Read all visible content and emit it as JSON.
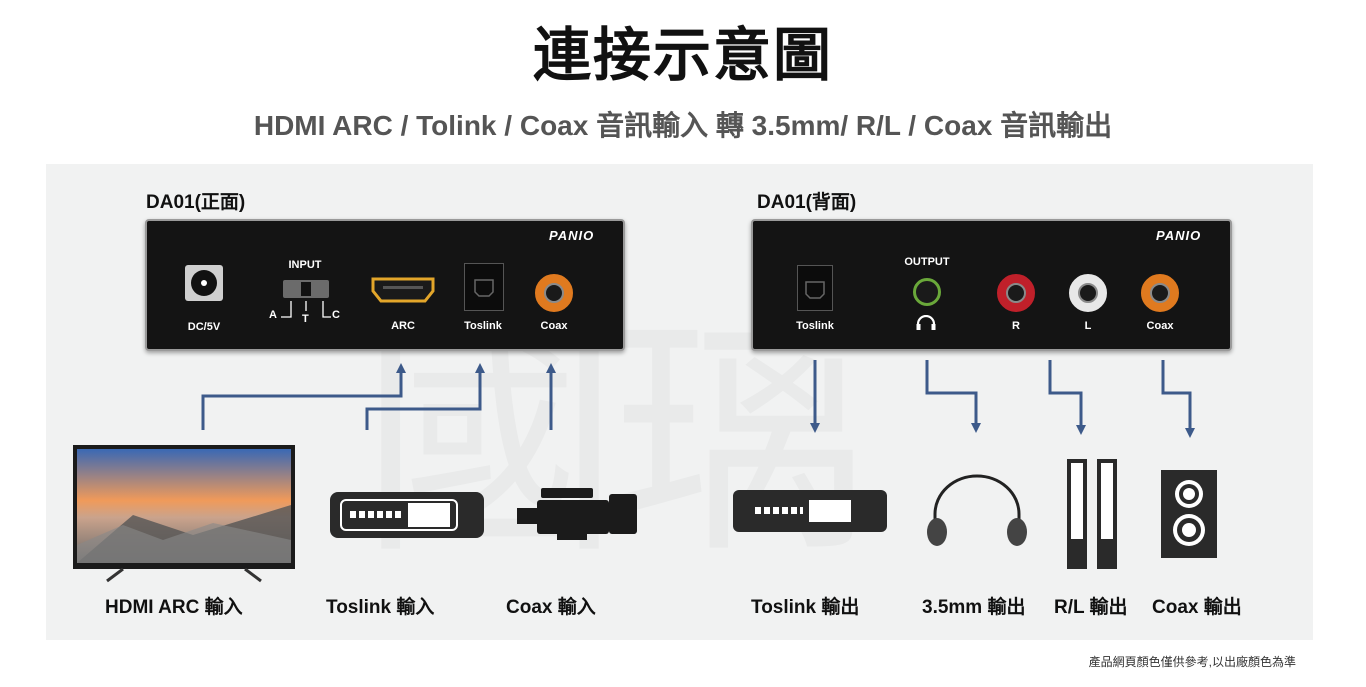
{
  "title": "連接示意圖",
  "subtitle": "HDMI ARC / Tolink / Coax 音訊輸入 轉 3.5mm/ R/L / Coax  音訊輸出",
  "watermark": "國璃",
  "front": {
    "label": "DA01(正面)",
    "brand": "PANIO",
    "dc_label": "DC/5V",
    "input_label": "INPUT",
    "switch_a": "A",
    "switch_t": "T",
    "switch_c": "C",
    "arc_label": "ARC",
    "toslink_label": "Toslink",
    "coax_label": "Coax"
  },
  "back": {
    "label": "DA01(背面)",
    "brand": "PANIO",
    "toslink_label": "Toslink",
    "output_label": "OUTPUT",
    "r_label": "R",
    "l_label": "L",
    "coax_label": "Coax"
  },
  "devices": {
    "hdmi_arc_in": "HDMI ARC 輸入",
    "toslink_in": "Toslink 輸入",
    "coax_in": "Coax 輸入",
    "toslink_out": "Toslink 輸出",
    "mm_out": "3.5mm 輸出",
    "rl_out": "R/L 輸出",
    "coax_out": "Coax 輸出"
  },
  "footer": "產品網頁顏色僅供參考,以出廠顏色為準",
  "colors": {
    "arrow": "#3d5a8a",
    "coax_ring": "#e07a1f",
    "headphone_ring": "#6aa83a",
    "red_ring": "#c0202a",
    "white_ring": "#e8e8e8"
  }
}
